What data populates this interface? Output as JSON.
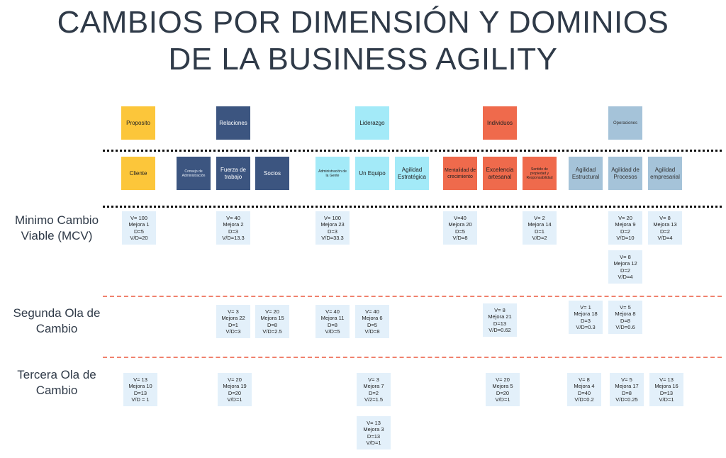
{
  "title": {
    "line1": "CAMBIOS POR DIMENSIÓN Y DOMINIOS",
    "line2": "DE LA BUSINESS AGILITY"
  },
  "colors": {
    "yellow": "#fcc63a",
    "navy": "#3c5580",
    "cyan": "#a3eaf8",
    "orange": "#ef6a4c",
    "steel": "#a5c3d9",
    "value_bg": "#e3f0fa",
    "separator_black": "#111111",
    "separator_orange": "#f0826e"
  },
  "dimensions": {
    "proposito": "Proposito",
    "relaciones": "Relaciones",
    "liderazgo": "Liderazgo",
    "individuos": "Individuos",
    "operaciones": "Operaciones"
  },
  "domains": {
    "cliente": "Cliente",
    "consejo": "Consejo de Administración",
    "fuerza": "Fuerza de trabajo",
    "socios": "Socios",
    "admin_gente": "Administración de la Gente",
    "un_equipo": "Un Equipo",
    "agilidad_estrategica": "Agilidad Estratégica",
    "mentalidad": "Mentalidad de crecimiento",
    "excelencia": "Excelencia artesanal",
    "sentido": "Sentido de propiedad y Responsabilidad",
    "agilidad_estructural": "Agilidad Estructural",
    "agilidad_procesos": "Agilidad de Procesos",
    "agilidad_empresarial": "Agilidad empresarial"
  },
  "rows": {
    "mcv": {
      "line1": "Minimo Cambio",
      "line2": "Viable (MCV)"
    },
    "segunda": {
      "line1": "Segunda Ola de",
      "line2": "Cambio"
    },
    "tercera": {
      "line1": "Tercera Ola de",
      "line2": "Cambio"
    }
  },
  "values": {
    "mcv": {
      "cliente": "V= 100\nMejora 1\nD=5\nV/D=20",
      "fuerza": "V= 40\nMejora 2\nD=3\nV/D=13.3",
      "admin_gente": "V= 100\nMejora 23\nD=3\nV/D=33.3",
      "mentalidad": "V=40\nMejora 20\nD=5\nV/D=8",
      "sentido": "V= 2\nMejora 14\nD=1\nV/D=2",
      "procesos_a": "V= 20\nMejora 9\nD=2\nV/D=10",
      "procesos_b": "V= 8\nMejora 12\nD=2\nV/D=4",
      "empresarial": "V= 8\nMejora 13\nD=2\nV/D=4"
    },
    "segunda": {
      "fuerza": "V= 3\nMejora 22\nD=1\nV/D=3",
      "socios": "V= 20\nMejora 15\nD=8\nV/D=2.5",
      "admin_gente": "V= 40\nMejora 11\nD=8\nV/D=5",
      "un_equipo": "V= 40\nMejora 6\nD=5\nV/D=8",
      "excelencia": "V= 8\nMejora 21\nD=13\nV/D=0.62",
      "estructural": "V= 1\nMejora 18\nD=3\nV/D=0.3",
      "procesos": "V= 5\nMejora 8\nD=8\nV/D=0.6"
    },
    "tercera": {
      "cliente": "V= 13\nMejora 10\nD=13\nV/D = 1",
      "fuerza": "V= 20\nMejora 19\nD=20\nV/D=1",
      "un_equipo_a": "V= 3\nMejora 7\nD=2\nV/2=1.5",
      "un_equipo_b": "V= 13\nMejora 3\nD=13\nV/D=1",
      "excelencia": "V= 20\nMejora 5\nD=20\nV/D=1",
      "estructural": "V= 8\nMejora 4\nD=40\nV/D=0.2",
      "procesos": "V= 5\nMejora 17\nD=8\nV/D=0.25",
      "empresarial": "V= 13\nMejora 16\nD=13\nV/D=1"
    }
  }
}
